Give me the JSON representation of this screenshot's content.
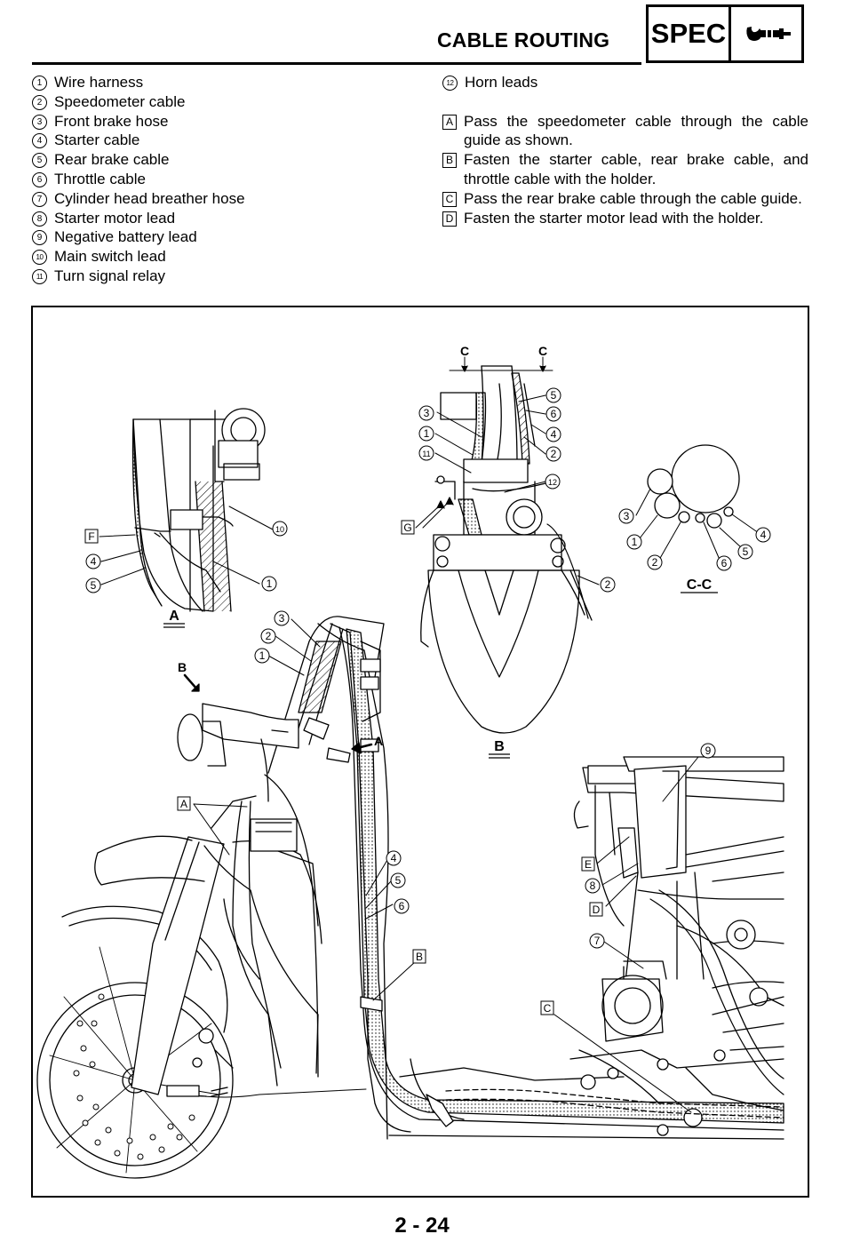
{
  "header": {
    "title": "CABLE ROUTING",
    "section": "SPEC",
    "section_icon": "wrench-gauge-icon"
  },
  "legend": [
    {
      "num": "1",
      "label": "Wire harness"
    },
    {
      "num": "2",
      "label": "Speedometer cable"
    },
    {
      "num": "3",
      "label": "Front brake hose"
    },
    {
      "num": "4",
      "label": "Starter cable"
    },
    {
      "num": "5",
      "label": "Rear brake cable"
    },
    {
      "num": "6",
      "label": "Throttle cable"
    },
    {
      "num": "7",
      "label": "Cylinder head breather hose"
    },
    {
      "num": "8",
      "label": "Starter motor lead"
    },
    {
      "num": "9",
      "label": "Negative battery lead"
    },
    {
      "num": "10",
      "label": "Main switch lead"
    },
    {
      "num": "11",
      "label": "Turn signal relay"
    },
    {
      "num": "12",
      "label": "Horn leads"
    }
  ],
  "notes": [
    {
      "letter": "A",
      "text": "Pass the speedometer cable through the cable guide as shown."
    },
    {
      "letter": "B",
      "text": "Fasten the starter cable, rear brake cable, and throttle cable with the holder."
    },
    {
      "letter": "C",
      "text": "Pass the rear brake cable through the cable guide."
    },
    {
      "letter": "D",
      "text": "Fasten the starter motor lead with the holder."
    }
  ],
  "figure": {
    "view_labels": {
      "a": "A",
      "b": "B",
      "cc": "C-C",
      "c_mark": "C",
      "arrow_a": "A",
      "arrow_b": "B"
    },
    "callouts": {
      "n1": "1",
      "n2": "2",
      "n3": "3",
      "n4": "4",
      "n5": "5",
      "n6": "6",
      "n7": "7",
      "n8": "8",
      "n9": "9",
      "n10": "10",
      "n11": "11",
      "n12": "12"
    },
    "boxes": {
      "a": "A",
      "b": "B",
      "c": "C",
      "d": "D",
      "e": "E",
      "f": "F",
      "g": "G"
    }
  },
  "page_number": "2 - 24"
}
